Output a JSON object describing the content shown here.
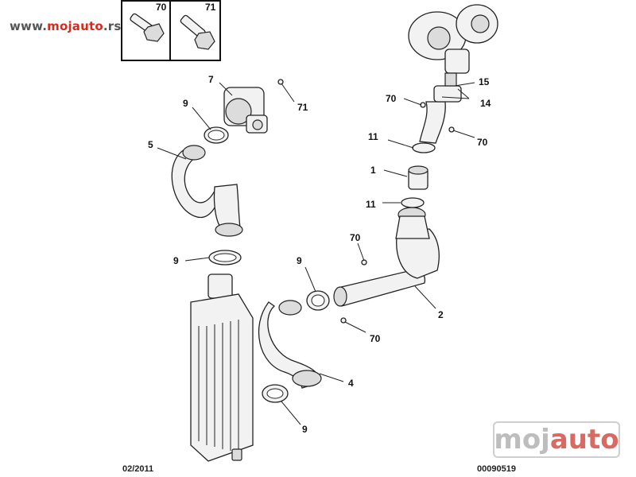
{
  "watermark_url": {
    "prefix": "www.",
    "brand_a": "mojauto",
    "suffix": ".rs"
  },
  "inset": {
    "left_part": "70",
    "right_part": "71"
  },
  "callouts": {
    "c7": "7",
    "c71": "71",
    "c9a": "9",
    "c5": "5",
    "c15": "15",
    "c14": "14",
    "c70a": "70",
    "c70b": "70",
    "c11a": "11",
    "c1": "1",
    "c11b": "11",
    "c9b": "9",
    "c70c": "70",
    "c9c": "9",
    "c2": "2",
    "c70d": "70",
    "c4": "4",
    "c9d": "9"
  },
  "footer": {
    "date": "02/2011",
    "ref": "00090519"
  },
  "logo": {
    "part_a": "moj",
    "part_b": "auto"
  },
  "colors": {
    "line": "#222222",
    "part_fill": "#f2f2f2",
    "accent": "#d42a1f"
  }
}
